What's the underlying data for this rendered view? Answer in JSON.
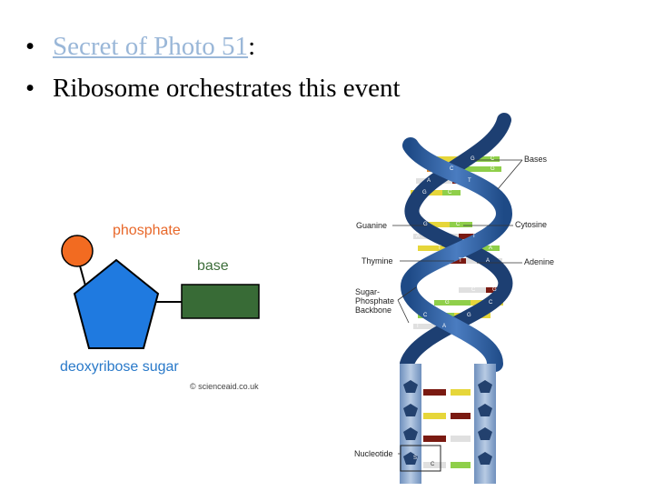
{
  "bullets": [
    {
      "link_text": "Secret of Photo 51",
      "suffix": ":"
    },
    {
      "text": "Ribosome orchestrates this event"
    }
  ],
  "nucleotide": {
    "phosphate_label": "phosphate",
    "base_label": "base",
    "sugar_label": "deoxyribose sugar",
    "credit": "© scienceaid.co.uk",
    "colors": {
      "phosphate": "#f26b21",
      "sugar": "#1f7ae0",
      "base": "#386b36"
    }
  },
  "dna": {
    "labels": {
      "bases": "Bases",
      "guanine": "Guanine",
      "cytosine": "Cytosine",
      "thymine": "Thymine",
      "adenine": "Adenine",
      "backbone_1": "Sugar-",
      "backbone_2": "Phosphate",
      "backbone_3": "Backbone",
      "nucleotide": "Nucleotide"
    },
    "base_letters": [
      "G",
      "C",
      "C",
      "G",
      "A",
      "T",
      "G",
      "C",
      "G",
      "C",
      "A",
      "T",
      "T",
      "A",
      "T",
      "A",
      "G",
      "C",
      "C",
      "G",
      "T",
      "A",
      "C",
      "G",
      "S",
      "C"
    ],
    "colors": {
      "strand": "#2a5a9a",
      "backbone_light": "#9cb6d8",
      "guanine": "#e6d63a",
      "cytosine": "#8fcf4a",
      "thymine": "#7a1a12",
      "adenine": "#e0e0e0"
    }
  }
}
